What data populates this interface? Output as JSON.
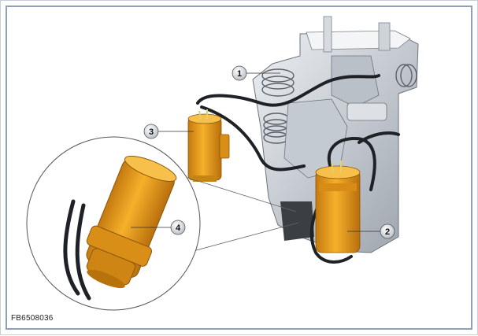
{
  "figure": {
    "code": "FB6508036",
    "callouts": [
      {
        "id": "1",
        "label": "1"
      },
      {
        "id": "2",
        "label": "2"
      },
      {
        "id": "3",
        "label": "3"
      },
      {
        "id": "4",
        "label": "4"
      }
    ],
    "colors": {
      "frame_border": "#8fa1b8",
      "sensor_orange": "#f0a020",
      "sensor_shade": "#c47a10",
      "metal_light": "#dfe3e8",
      "metal_dark": "#8a919a",
      "cable": "#1e2226",
      "callout_fill": "#e6e9ee"
    },
    "icons": [
      "sensor-cylinder-icon",
      "cable-icon",
      "magnifier-circle-icon"
    ]
  }
}
